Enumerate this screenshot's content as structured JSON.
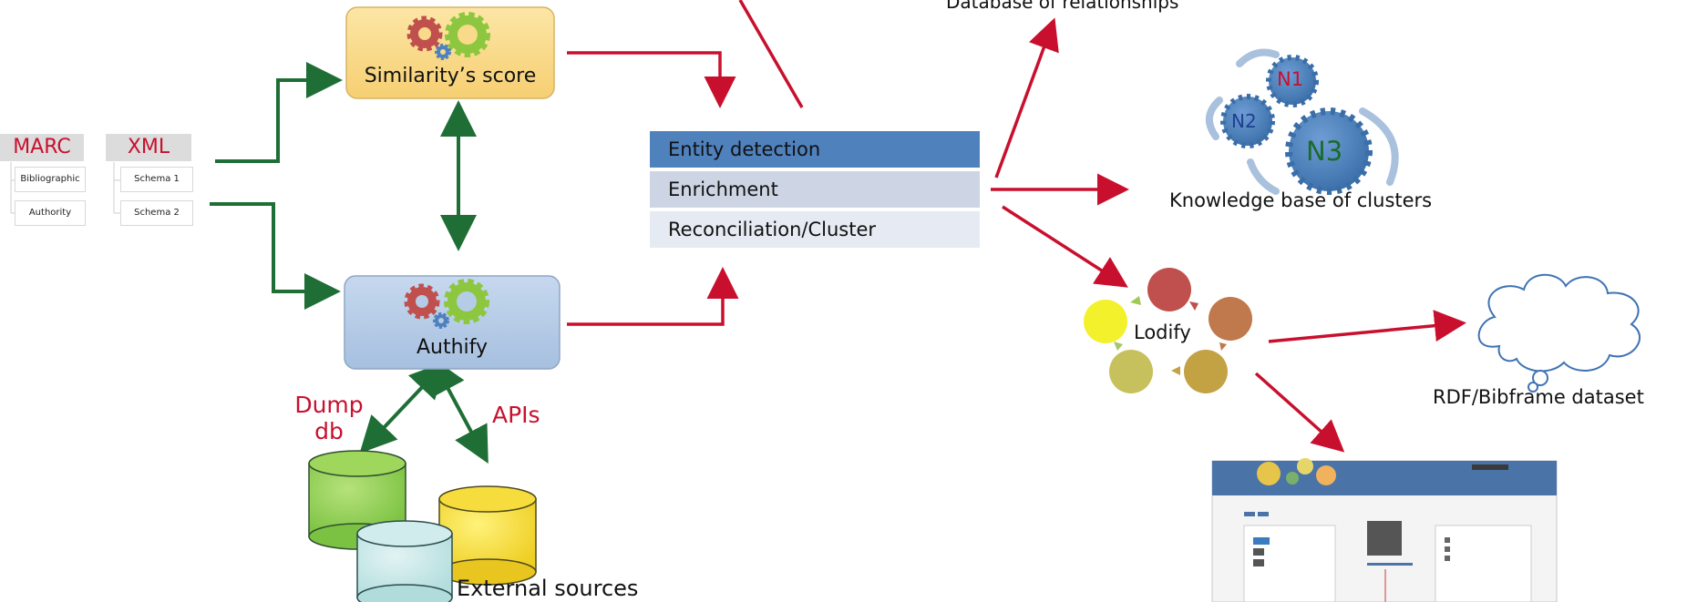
{
  "source_formats": [
    {
      "title": "MARC",
      "items": [
        "Bibliographic",
        "Authority"
      ]
    },
    {
      "title": "XML",
      "items": [
        "Schema 1",
        "Schema 2"
      ]
    }
  ],
  "tools": {
    "similarity": "Similarity’s score",
    "authify": "Authify"
  },
  "ingestion": {
    "dump": "Dump db",
    "apis": "APIs",
    "external_sources": "External sources"
  },
  "pipeline_steps": [
    "Entity detection",
    "Enrichment",
    "Reconciliation/Cluster"
  ],
  "outputs": {
    "database": "Database of relationships",
    "knowledge_base": "Knowledge base of clusters",
    "clusters": [
      "N1",
      "N2",
      "N3"
    ],
    "lodify": "Lodify",
    "rdf": "RDF/Bibframe dataset"
  },
  "colors": {
    "green_arrow": "#1e6e36",
    "red_arrow": "#c8102e",
    "similarity_box": "#f9d98a",
    "authify_box": "#b5cce6",
    "band_dark": "#4f81bd",
    "band_mid": "#cdd5e4",
    "band_light": "#e6eaf2"
  }
}
